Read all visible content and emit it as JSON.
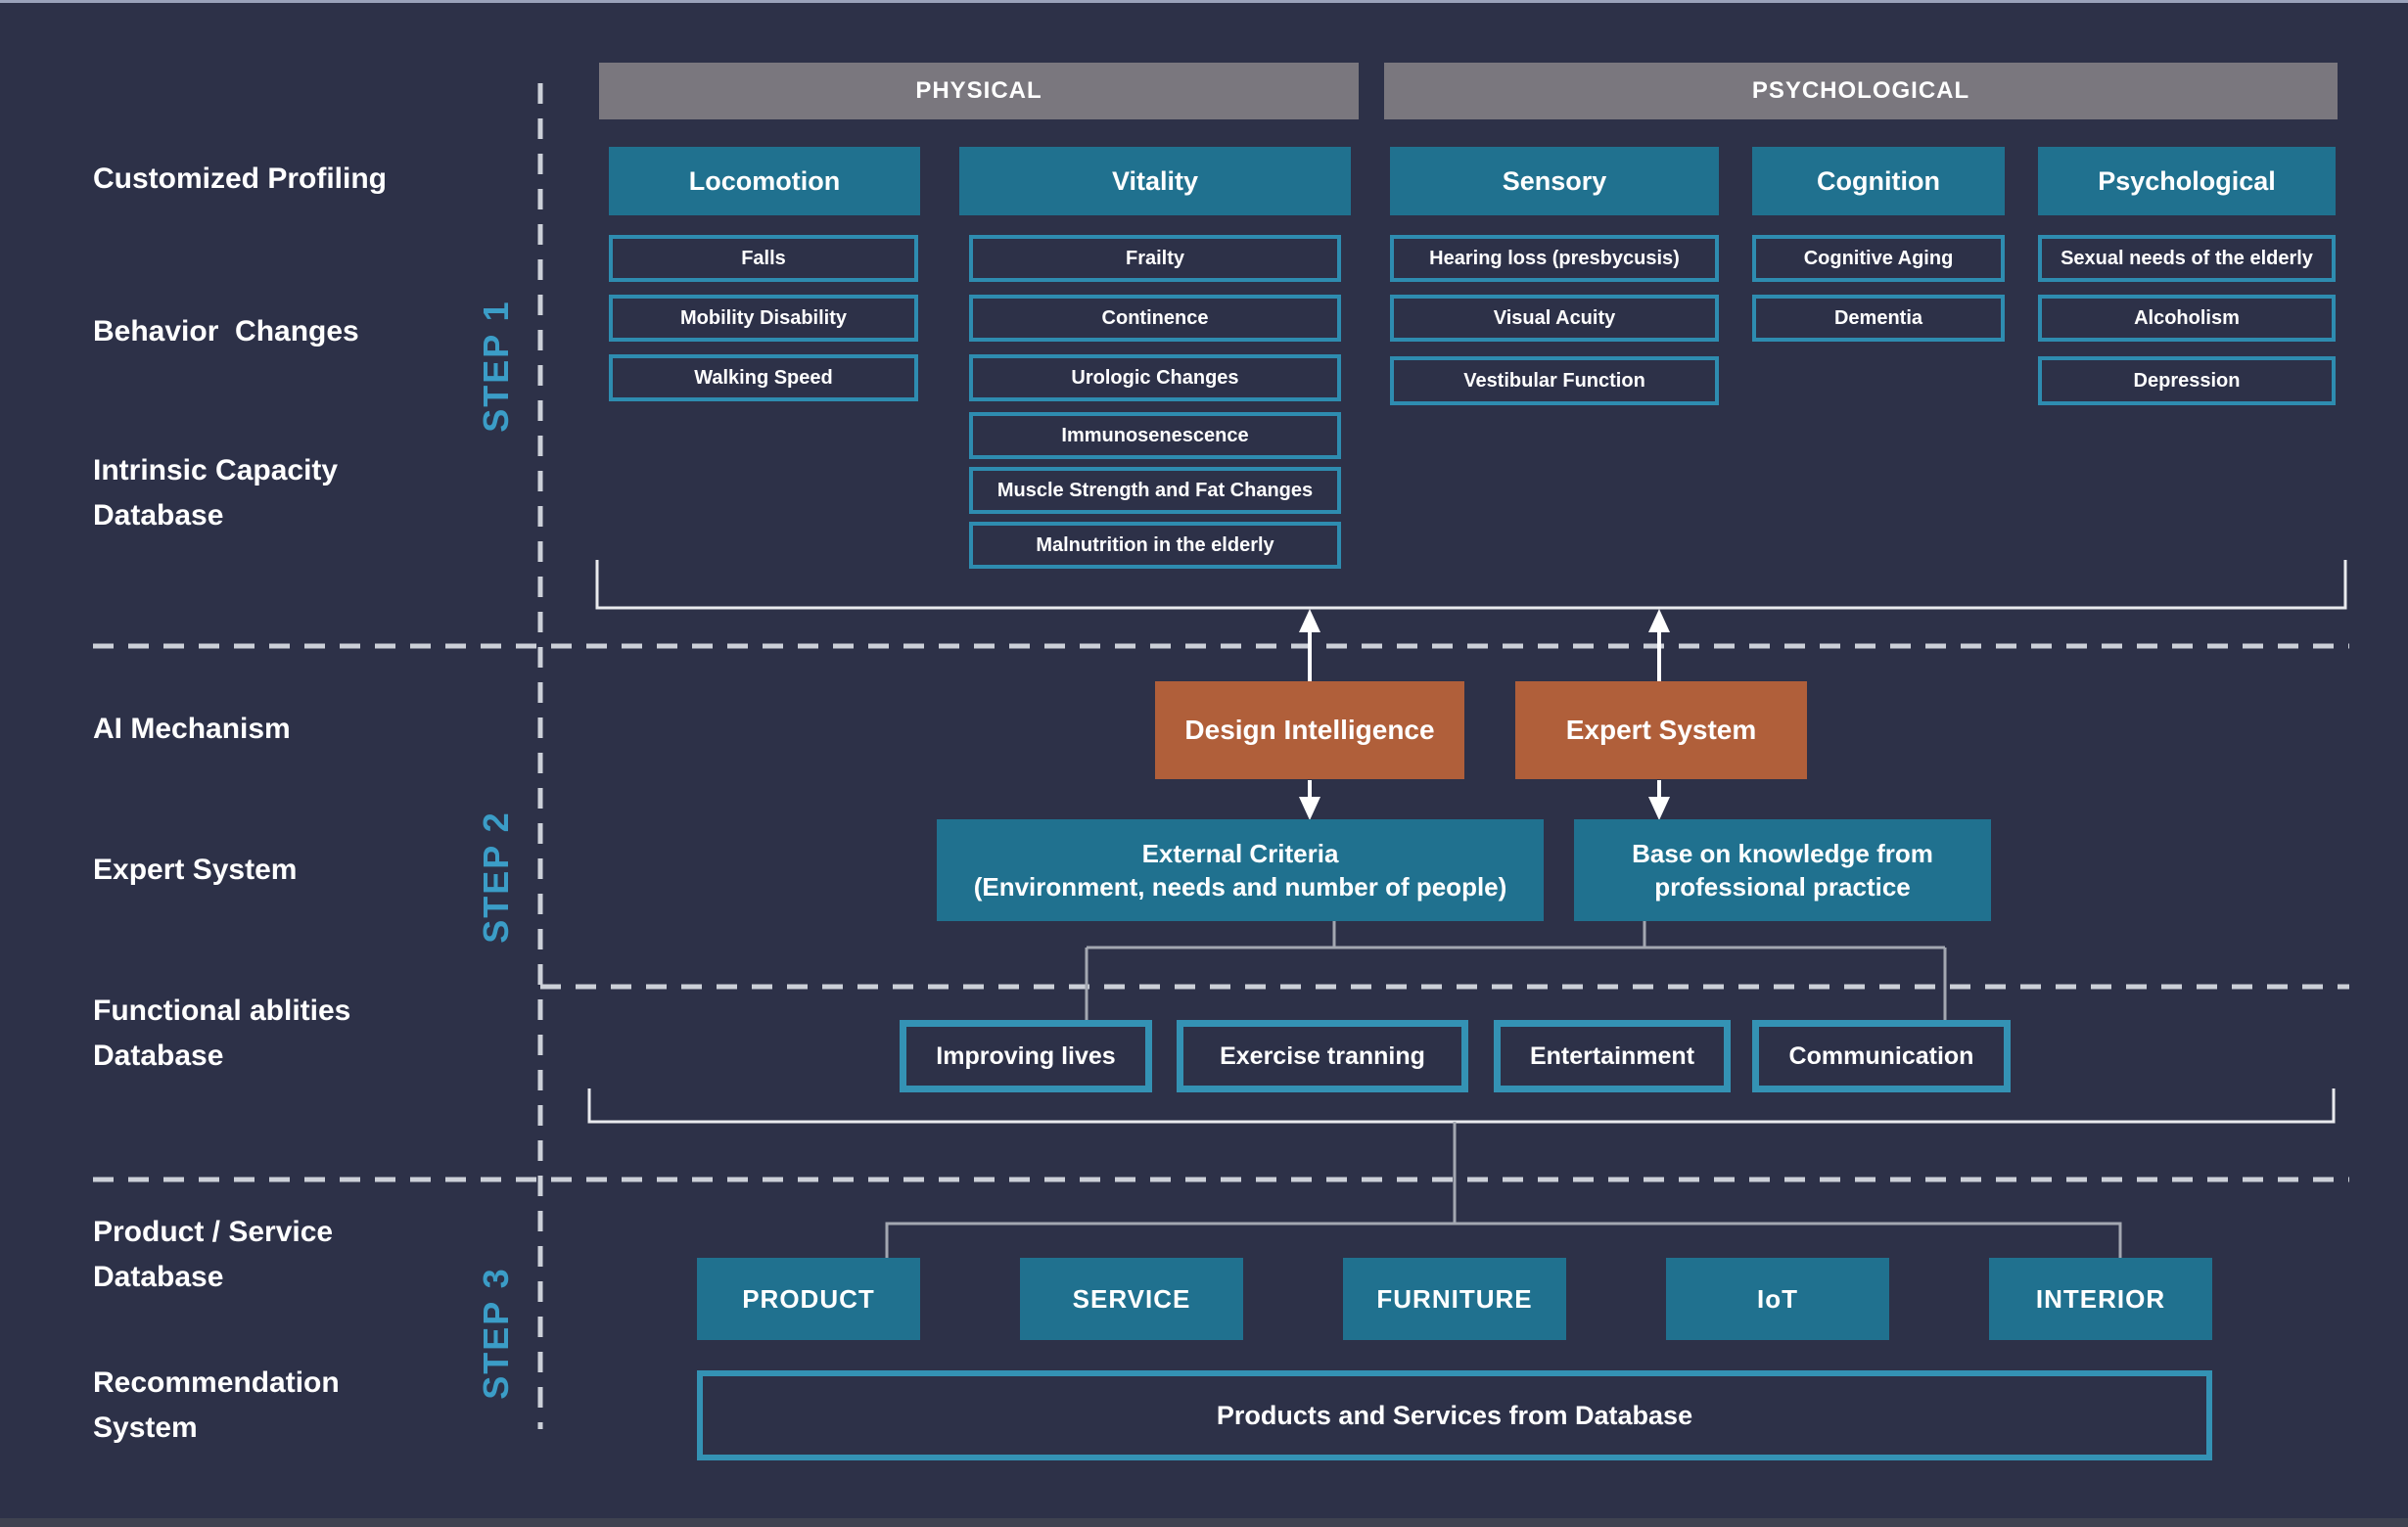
{
  "palette": {
    "bg": "#2d3148",
    "teal": "#20718f",
    "orange": "#b05f3a",
    "gray": "#7a777e",
    "outline": "#2e8cb0",
    "outline2": "#3492b4",
    "stepblue": "#3b9dc7",
    "dash": "#ccd0d8",
    "wline": "#e9eaee",
    "gline": "#a3a7b1",
    "text": "#ffffff"
  },
  "steps": [
    {
      "label": "STEP 1"
    },
    {
      "label": "STEP 2"
    },
    {
      "label": "STEP 3"
    }
  ],
  "left_labels": [
    {
      "line1": "Customized Profiling"
    },
    {
      "line1": "Behavior  Changes"
    },
    {
      "line1": "Intrinsic Capacity",
      "line2": "Database"
    },
    {
      "line1": "AI Mechanism"
    },
    {
      "line1": "Expert System"
    },
    {
      "line1": "Functional ablities",
      "line2": "Database"
    },
    {
      "line1": "Product / Service",
      "line2": "Database"
    },
    {
      "line1": "Recommendation",
      "line2": "System"
    }
  ],
  "group_headers": {
    "physical": "PHYSICAL",
    "psychological": "PSYCHOLOGICAL"
  },
  "profile_columns": [
    {
      "title": "Locomotion",
      "items": [
        "Falls",
        "Mobility Disability",
        "Walking Speed"
      ]
    },
    {
      "title": "Vitality",
      "items": [
        "Frailty",
        "Continence",
        "Urologic Changes",
        "Immunosenescence",
        "Muscle Strength and Fat Changes",
        "Malnutrition in the elderly"
      ]
    },
    {
      "title": "Sensory",
      "items": [
        "Hearing loss (presbycusis)",
        "Visual Acuity",
        "Vestibular Function"
      ]
    },
    {
      "title": "Cognition",
      "items": [
        "Cognitive Aging",
        "Dementia"
      ]
    },
    {
      "title": "Psychological",
      "items": [
        "Sexual needs of the elderly",
        "Alcoholism",
        "Depression"
      ]
    }
  ],
  "ai_mechanism": {
    "design_intelligence": "Design Intelligence",
    "expert_system": "Expert System"
  },
  "expert_inputs": {
    "external_criteria_line1": "External Criteria",
    "external_criteria_line2": "(Environment, needs and number of people)",
    "knowledge_line1": "Base on knowledge from",
    "knowledge_line2": "professional practice"
  },
  "functional_abilities": [
    "Improving lives",
    "Exercise tranning",
    "Entertainment",
    "Communication"
  ],
  "recommendation_categories": [
    "PRODUCT",
    "SERVICE",
    "FURNITURE",
    "IoT",
    "INTERIOR"
  ],
  "recommendation_output": "Products and Services from Database"
}
